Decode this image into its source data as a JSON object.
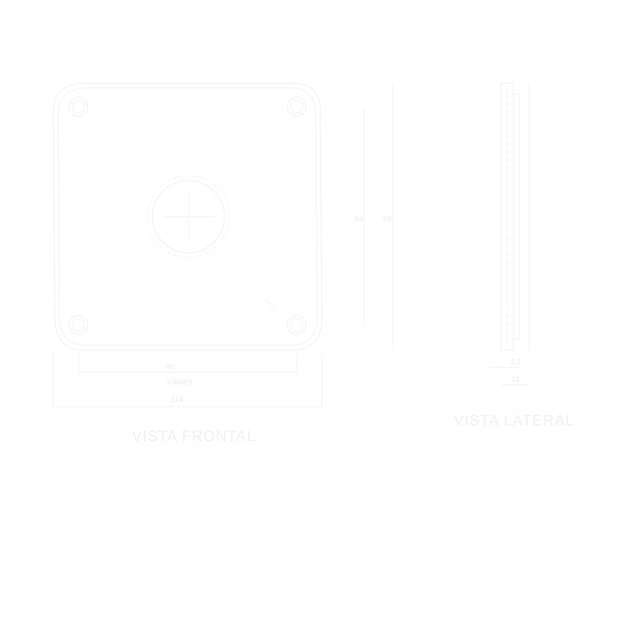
{
  "front_view": {
    "label": "VISTA FRONTAL",
    "dim_hole_spacing": "90",
    "dim_thread": "3/4NPS",
    "dim_overall": "114"
  },
  "side_view": {
    "label": "VISTA LATERAL",
    "dim_left": "86",
    "dim_right": "98",
    "dim_step": "2.5",
    "dim_thickness": "11"
  },
  "colors": {
    "background": "#ffffff",
    "line": "#efefef"
  }
}
